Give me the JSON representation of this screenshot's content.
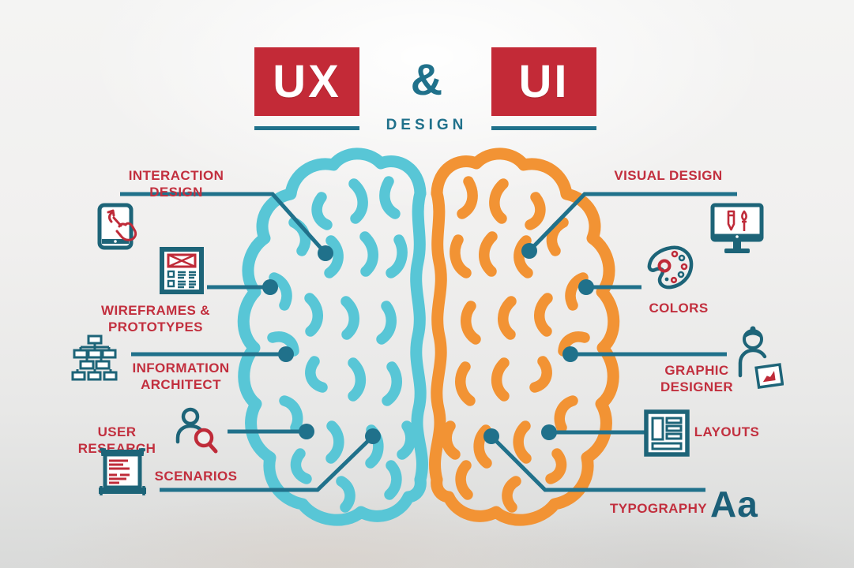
{
  "header": {
    "ux_label": "UX",
    "ampersand": "&",
    "design_label": "DESIGN",
    "ui_label": "UI"
  },
  "ux_side": {
    "items": [
      {
        "label": "INTERACTION DESIGN",
        "icon": "tablet-touch-icon"
      },
      {
        "label": "WIREFRAMES & PROTOTYPES",
        "icon": "wireframe-page-icon"
      },
      {
        "label": "INFORMATION ARCHITECT",
        "icon": "sitemap-icon"
      },
      {
        "label": "USER RESEARCH",
        "icon": "user-magnifier-icon"
      },
      {
        "label": "SCENARIOS",
        "icon": "scroll-document-icon"
      }
    ]
  },
  "ui_side": {
    "items": [
      {
        "label": "VISUAL DESIGN",
        "icon": "monitor-design-tools-icon"
      },
      {
        "label": "COLORS",
        "icon": "palette-icon"
      },
      {
        "label": "GRAPHIC DESIGNER",
        "icon": "designer-person-icon"
      },
      {
        "label": "LAYOUTS",
        "icon": "layout-grid-icon"
      },
      {
        "label": "TYPOGRAPHY",
        "icon": "aa-letters-glyph",
        "glyph": "Aa"
      }
    ]
  },
  "colors": {
    "red_box": "#c32a37",
    "label_red": "#c22f3e",
    "icon_red": "#bf2b39",
    "teal_dark": "#20718b",
    "icon_teal": "#1d6478",
    "brain_left": "#58c6d6",
    "brain_right": "#f29334",
    "aa_teal": "#1b5f78",
    "background": "#ececeb"
  }
}
